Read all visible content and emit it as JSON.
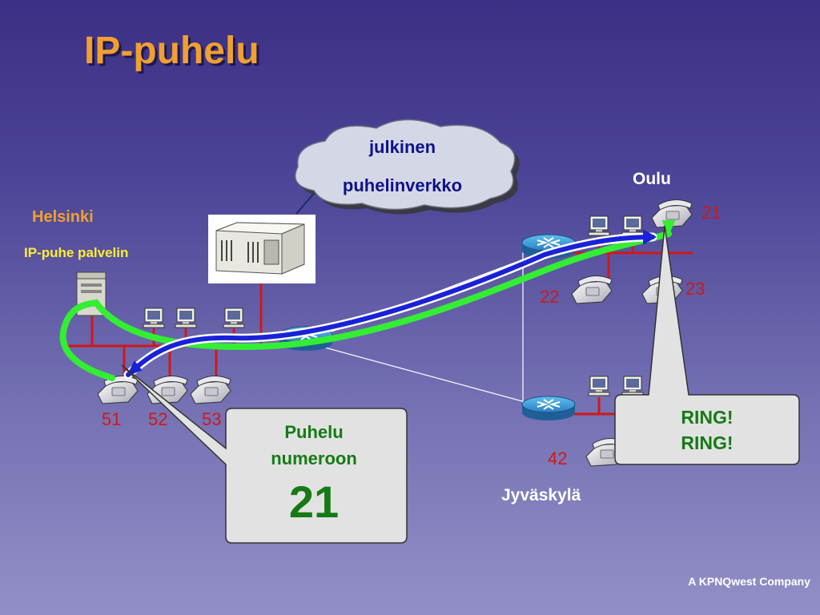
{
  "slide": {
    "title": "IP-puhelu",
    "footer": "A KPNQwest Company"
  },
  "cloud": {
    "line1": "julkinen",
    "line2": "puhelinverkko"
  },
  "sites": {
    "helsinki": "Helsinki",
    "server_label": "IP-puhe palvelin",
    "oulu": "Oulu",
    "jyvaskyla": "Jyväskylä"
  },
  "extensions": {
    "h1": "51",
    "h2": "52",
    "h3": "53",
    "o1": "21",
    "o2": "22",
    "o3": "23",
    "j1": "42"
  },
  "call_callout": {
    "line1": "Puhelu",
    "line2": "numeroon",
    "number": "21"
  },
  "ring_callout": {
    "line1": "RING!",
    "line2": "RING!"
  },
  "colors": {
    "title": "#f0a030",
    "lan": "#d01818",
    "path_green": "#33ee33",
    "path_blue": "#1a22d8",
    "router": "#2f8fc8",
    "callout_text": "#157a15"
  }
}
